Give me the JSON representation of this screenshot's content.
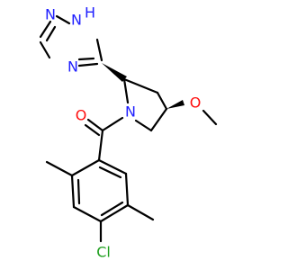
{
  "molecule": {
    "atoms": {
      "triazole_n_top": "N",
      "triazole_nh": "N",
      "triazole_h": "H",
      "triazole_n_left": "N",
      "carbonyl_o": "O",
      "pyrrolidine_n": "N",
      "methoxy_o": "O",
      "chlorine": "Cl"
    },
    "colors": {
      "nitrogen": "#2020ff",
      "oxygen": "#ff0d0d",
      "chlorine": "#1fa01f",
      "carbon": "#000000"
    }
  }
}
